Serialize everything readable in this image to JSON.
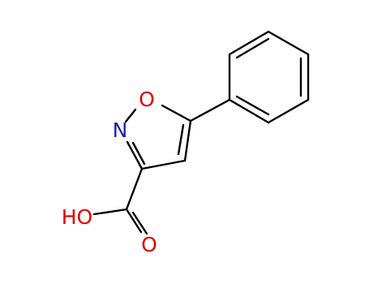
{
  "molecule": {
    "atom_labels": {
      "ring_oxygen": "O",
      "ring_nitrogen": "N",
      "hydroxyl": "HO",
      "carbonyl_oxygen": "O"
    },
    "colors": {
      "bond": "#000000",
      "oxygen": "#e00000",
      "nitrogen": "#2020a0",
      "background": "#ffffff"
    }
  }
}
